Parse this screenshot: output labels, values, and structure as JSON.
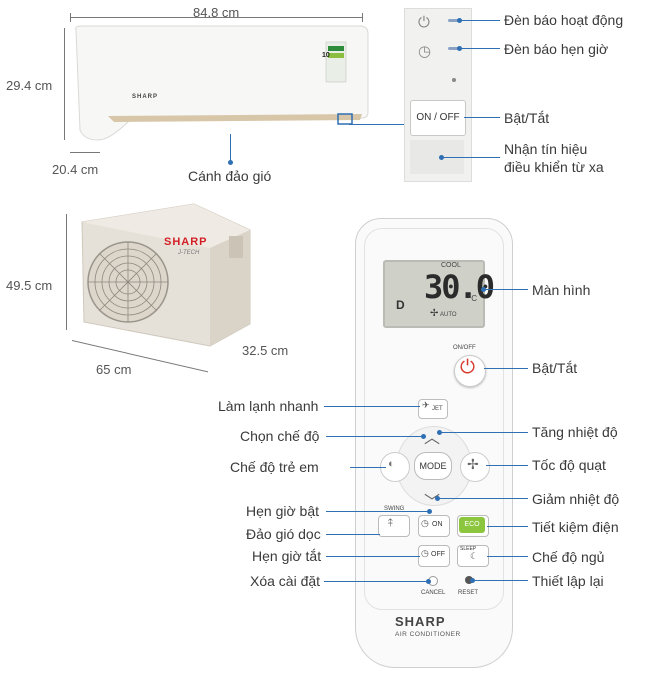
{
  "indoor": {
    "width": "84.8 cm",
    "height": "29.4 cm",
    "depth": "20.4 cm",
    "brand": "SHARP",
    "energy_label": "10",
    "louver_label": "Cánh đảo gió"
  },
  "panel": {
    "power_led": "Đèn báo hoạt động",
    "timer_led": "Đèn báo hẹn giờ",
    "button_text": "ON / OFF",
    "button_label": "Bật/Tắt",
    "receiver_label_1": "Nhận tín hiệu",
    "receiver_label_2": "điều khiển từ xa"
  },
  "outdoor": {
    "height": "49.5 cm",
    "width": "65 cm",
    "depth": "32.5 cm",
    "brand": "SHARP",
    "sub_brand": "J-TECH"
  },
  "remote": {
    "lcd": {
      "temp": "30.0",
      "unit": "°C",
      "mode": "COOL",
      "fan": "AUTO"
    },
    "onoff_text": "ON/OFF",
    "jet_text": "JET",
    "mode_text": "MODE",
    "swing_text": "SWING",
    "on_text": "ON",
    "off_text": "OFF",
    "eco_text": "ECO",
    "sleep_text": "SLEEP",
    "cancel_text": "CANCEL",
    "reset_text": "RESET",
    "brand": "SHARP",
    "subtitle": "AIR CONDITIONER"
  },
  "labels": {
    "screen": "Màn hình",
    "power": "Bật/Tắt",
    "jet": "Làm lạnh nhanh",
    "temp_up": "Tăng nhiệt độ",
    "mode": "Chọn chế độ",
    "fan": "Tốc độ quạt",
    "child": "Chế độ trẻ em",
    "temp_down": "Giảm nhiệt độ",
    "timer_on": "Hẹn giờ bật",
    "eco": "Tiết kiệm điện",
    "swing": "Đảo gió dọc",
    "timer_off": "Hẹn giờ tắt",
    "sleep": "Chế độ ngủ",
    "cancel": "Xóa cài đặt",
    "reset": "Thiết lập lại"
  }
}
